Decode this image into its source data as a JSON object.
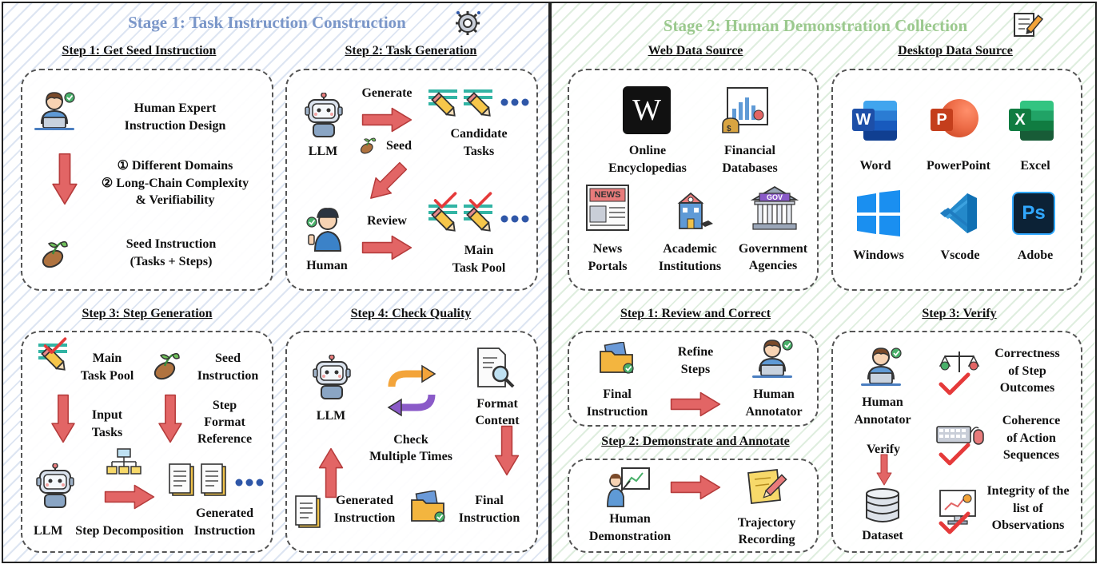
{
  "stage1": {
    "title": "Stage 1: Task Instruction Construction",
    "title_color": "#7b97c9",
    "step1": {
      "title": "Step 1: Get Seed Instruction",
      "expert_line1": "Human Expert",
      "expert_line2": "Instruction Design",
      "req_line1": "① Different Domains",
      "req_line2": "② Long-Chain Complexity",
      "req_line3": "& Verifiability",
      "seed_line1": "Seed Instruction",
      "seed_line2": "(Tasks + Steps)"
    },
    "step2": {
      "title": "Step 2: Task Generation",
      "llm": "LLM",
      "generate": "Generate",
      "seed": "Seed",
      "candidate_line1": "Candidate",
      "candidate_line2": "Tasks",
      "review": "Review",
      "human": "Human",
      "pool_line1": "Main",
      "pool_line2": "Task Pool"
    },
    "step3": {
      "title": "Step 3: Step Generation",
      "pool_line1": "Main",
      "pool_line2": "Task Pool",
      "seed_line1": "Seed",
      "seed_line2": "Instruction",
      "input_line1": "Input",
      "input_line2": "Tasks",
      "format_line1": "Step",
      "format_line2": "Format",
      "format_line3": "Reference",
      "llm": "LLM",
      "decomposition": "Step Decomposition",
      "generated_line1": "Generated",
      "generated_line2": "Instruction"
    },
    "step4": {
      "title": "Step 4: Check Quality",
      "llm": "LLM",
      "check_line1": "Check",
      "check_line2": "Multiple Times",
      "format_line1": "Format",
      "format_line2": "Content",
      "generated_line1": "Generated",
      "generated_line2": "Instruction",
      "final_line1": "Final",
      "final_line2": "Instruction"
    }
  },
  "stage2": {
    "title": "Stage 2: Human Demonstration Collection",
    "title_color": "#9bc98e",
    "web": {
      "title": "Web Data Source",
      "wiki_line1": "Online",
      "wiki_line2": "Encyclopedias",
      "fin_line1": "Financial",
      "fin_line2": "Databases",
      "news_line1": "News",
      "news_line2": "Portals",
      "acad_line1": "Academic",
      "acad_line2": "Institutions",
      "gov_line1": "Government",
      "gov_line2": "Agencies",
      "wiki_glyph": "W",
      "news_glyph": "NEWS",
      "gov_glyph": "GOV"
    },
    "desktop": {
      "title": "Desktop Data Source",
      "word": "Word",
      "powerpoint": "PowerPoint",
      "excel": "Excel",
      "windows": "Windows",
      "vscode": "Vscode",
      "adobe": "Adobe",
      "word_glyph": "W",
      "ppt_glyph": "P",
      "excel_glyph": "X",
      "ps_glyph": "Ps"
    },
    "step1": {
      "title": "Step 1: Review and Correct",
      "final_line1": "Final",
      "final_line2": "Instruction",
      "refine_line1": "Refine",
      "refine_line2": "Steps",
      "annot_line1": "Human",
      "annot_line2": "Annotator"
    },
    "step2": {
      "title": "Step 2: Demonstrate and Annotate",
      "demo_line1": "Human",
      "demo_line2": "Demonstration",
      "traj_line1": "Trajectory",
      "traj_line2": "Recording"
    },
    "step3": {
      "title": "Step 3: Verify",
      "annot_line1": "Human",
      "annot_line2": "Annotator",
      "verify": "Verify",
      "dataset": "Dataset",
      "c1_line1": "Correctness",
      "c1_line2": "of Step",
      "c1_line3": "Outcomes",
      "c2_line1": "Coherence",
      "c2_line2": "of Action",
      "c2_line3": "Sequences",
      "c3_line1": "Integrity of the",
      "c3_line2": "list of",
      "c3_line3": "Observations"
    }
  },
  "colors": {
    "arrow_red": "#e26565",
    "arrow_dark": "#b63c3c",
    "check_red": "#e53a3a",
    "word_blue": "#2b64c8",
    "ppt_red": "#d24a2b",
    "excel_green": "#1e7a45",
    "ps_dark": "#0c2236",
    "ps_cyan": "#31a8ff"
  }
}
